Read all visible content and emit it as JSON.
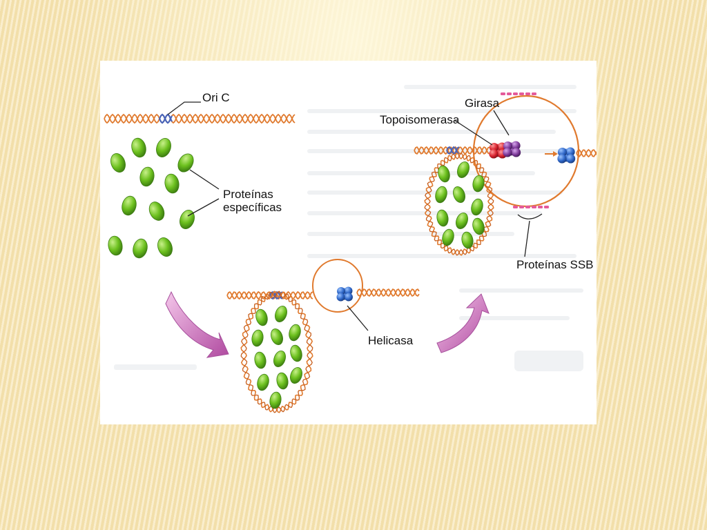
{
  "diagram": {
    "labels": {
      "ori_c": "Ori C",
      "proteinas_especificas": "Proteínas\nespecíficas",
      "topoisomerasa": "Topoisomerasa",
      "girasa": "Girasa",
      "proteinas_ssb": "Proteínas SSB",
      "helicasa": "Helicasa"
    },
    "colors": {
      "dna_strand": "#e07a2e",
      "ori_c_strand": "#4a64b8",
      "protein_green": "#6cc01e",
      "helicase_blue": "#2f67c8",
      "topoisomerase_red": "#d8232f",
      "gyrase_purple": "#7e3a9a",
      "ssb_pink": "#e45a9a",
      "arrow_pink": "#c45bb2",
      "bubble_orange": "#e07a2e"
    },
    "icons": [
      "curved-arrow-down-right-icon",
      "curved-arrow-up-right-icon"
    ]
  }
}
